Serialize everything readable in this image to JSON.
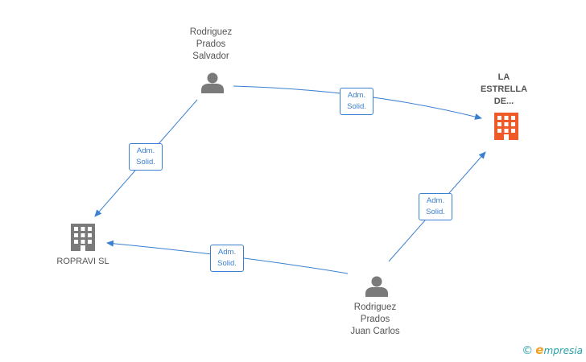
{
  "nodes": {
    "salvador": {
      "lines": [
        "Rodriguez",
        "Prados",
        "Salvador"
      ],
      "kind": "person"
    },
    "juan_carlos": {
      "lines": [
        "Rodriguez",
        "Prados",
        "Juan Carlos"
      ],
      "kind": "person"
    },
    "estrella": {
      "lines": [
        "LA",
        "ESTRELLA",
        "DE..."
      ],
      "kind": "company",
      "highlight": true
    },
    "ropravi": {
      "lines": [
        "ROPRAVI SL"
      ],
      "kind": "company"
    }
  },
  "edges": [
    {
      "from": "salvador",
      "to": "estrella",
      "label": [
        "Adm.",
        "Solid."
      ]
    },
    {
      "from": "salvador",
      "to": "ropravi",
      "label": [
        "Adm.",
        "Solid."
      ]
    },
    {
      "from": "juan_carlos",
      "to": "ropravi",
      "label": [
        "Adm.",
        "Solid."
      ]
    },
    {
      "from": "juan_carlos",
      "to": "estrella",
      "label": [
        "Adm.",
        "Solid."
      ]
    }
  ],
  "colors": {
    "edge": "#3a7fd0",
    "person_icon": "#7a7a7a",
    "company_icon": "#7a7a7a",
    "highlight_icon": "#f05a28"
  },
  "watermark": {
    "copyright": "©",
    "brand_initial": "e",
    "brand_rest": "mpresia"
  }
}
